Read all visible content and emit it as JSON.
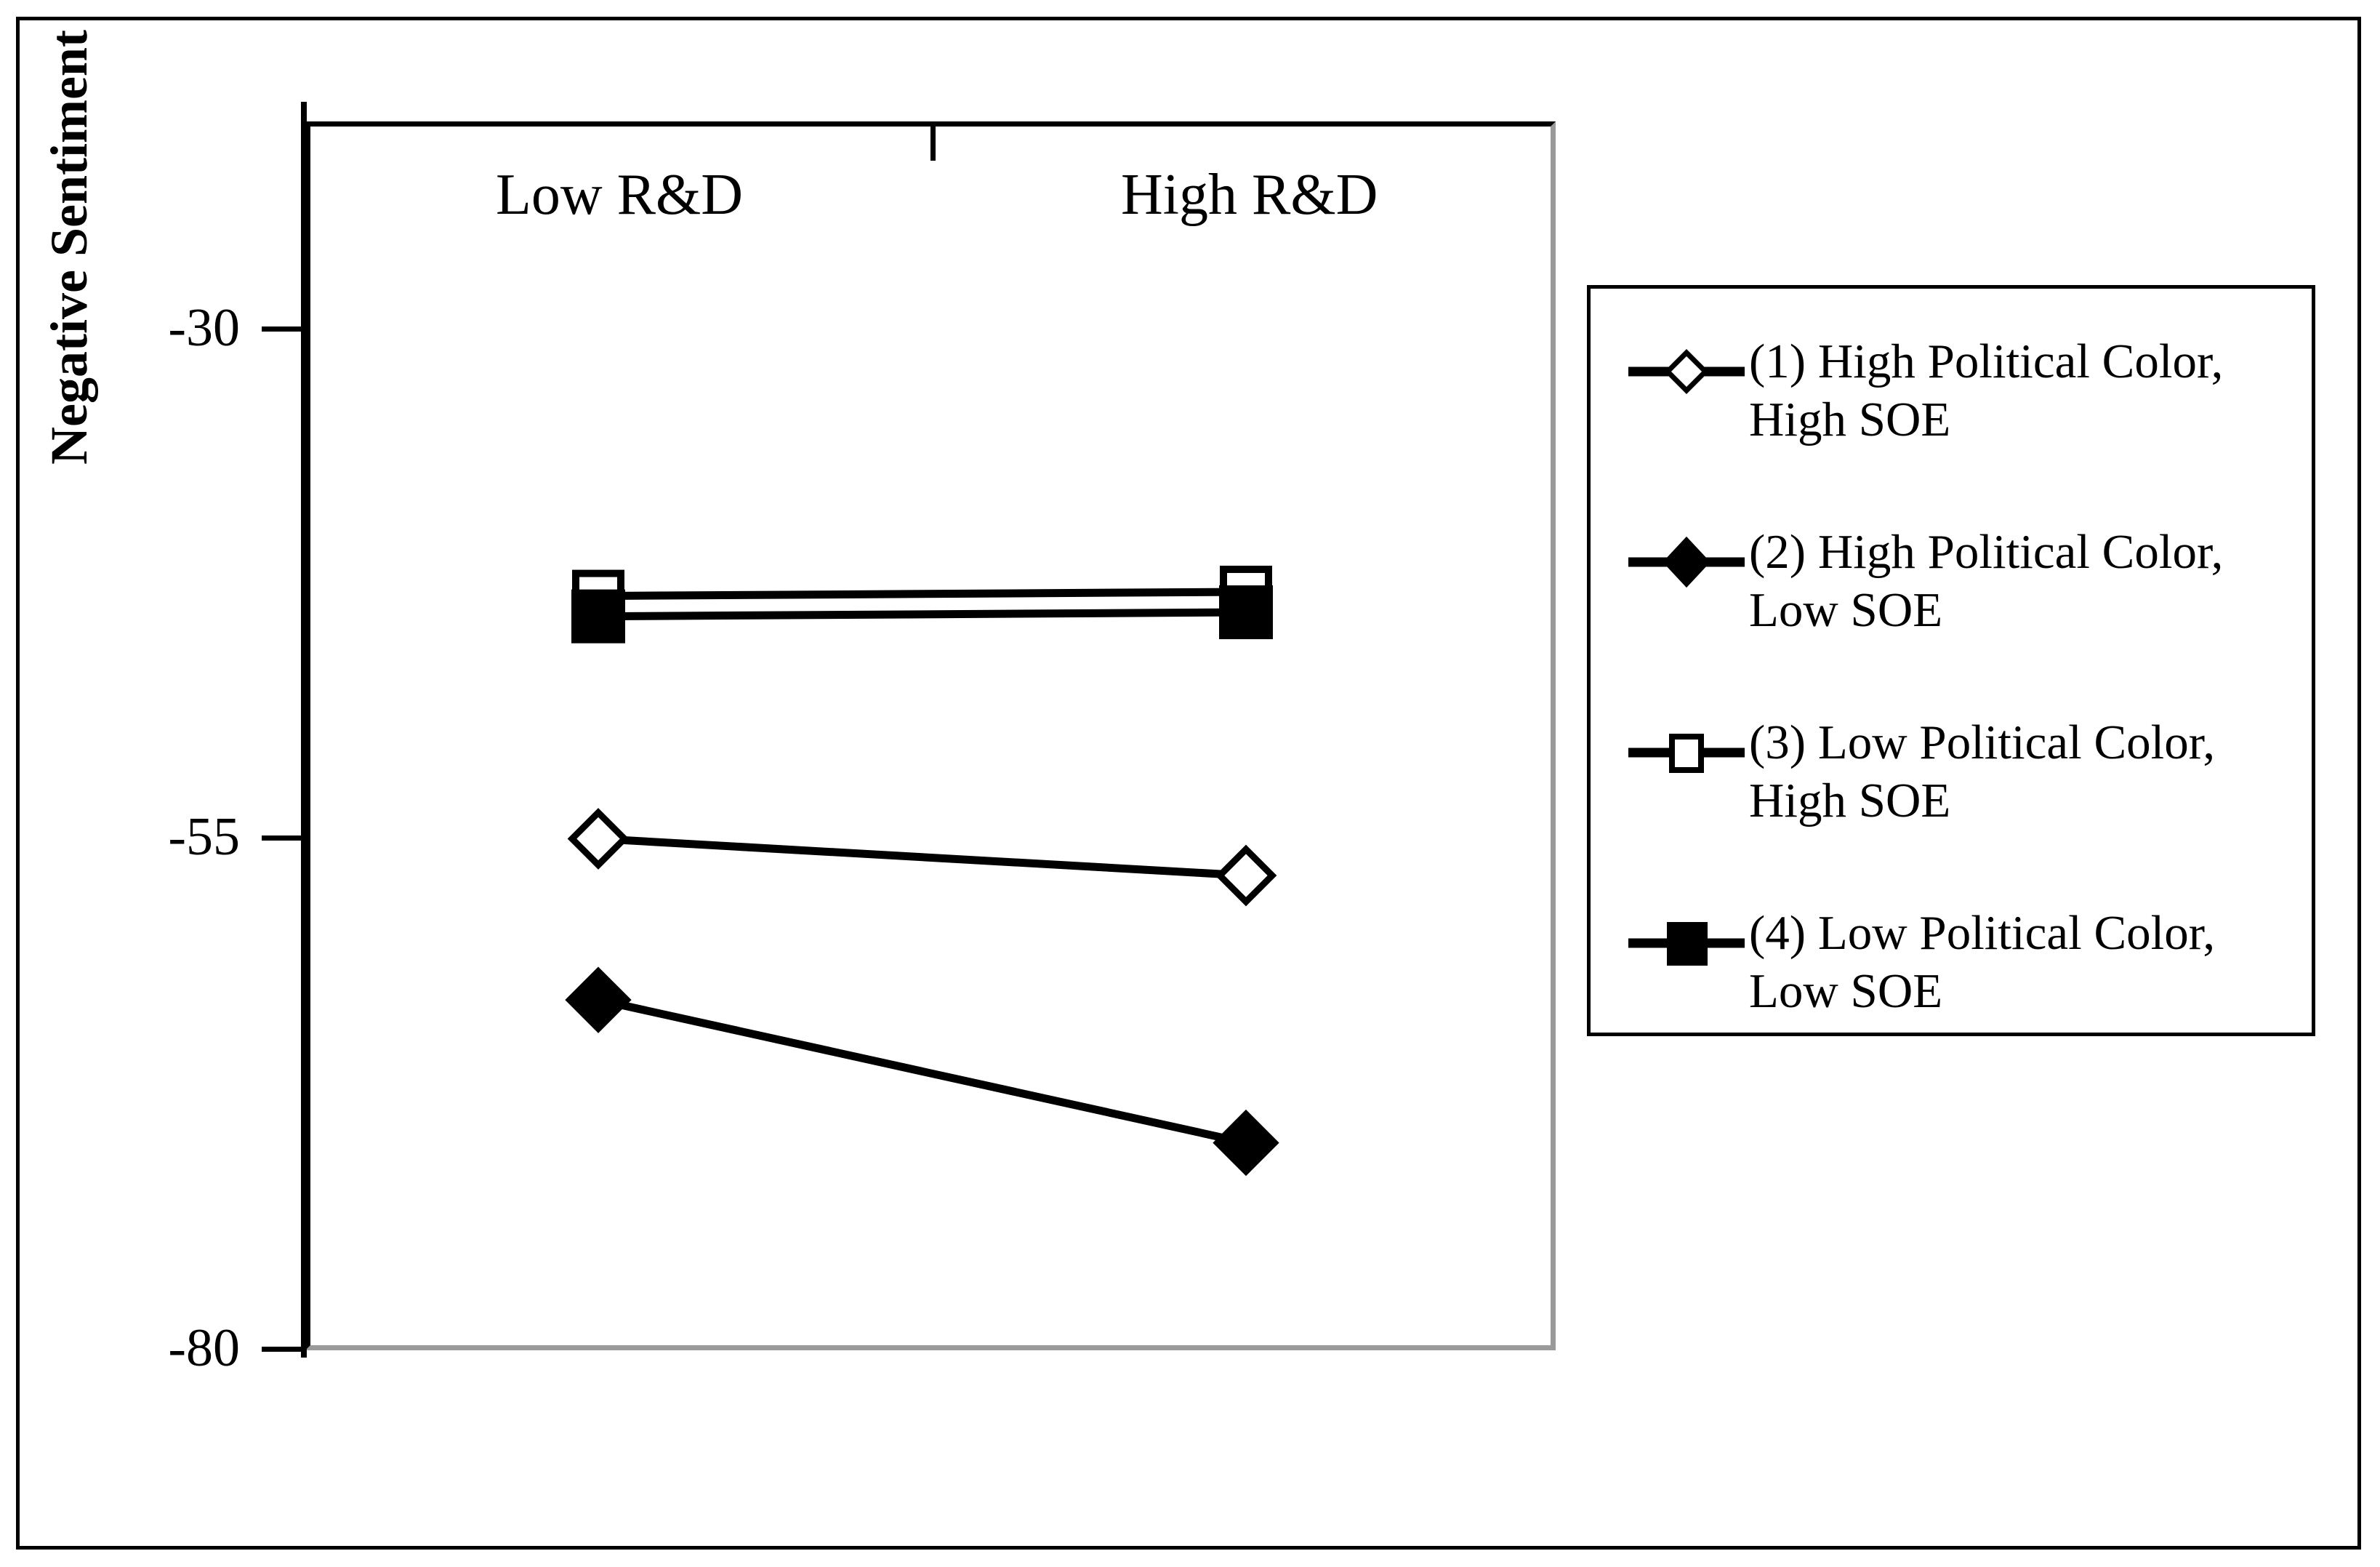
{
  "chart_data": {
    "type": "line",
    "title": "",
    "xlabel": "",
    "ylabel": "Negative Sentiment",
    "categories": [
      "Low R&D",
      "High R&D"
    ],
    "ylim": [
      -80,
      -30
    ],
    "yticks": [
      -30,
      -55,
      -80
    ],
    "ytick_labels": [
      "-30",
      "-55",
      "-80"
    ],
    "grid": false,
    "legend_position": "right",
    "series": [
      {
        "name": "(1) High Political Color, High SOE",
        "marker": "open-diamond",
        "values": [
          -55.0,
          -56.8
        ]
      },
      {
        "name": "(2) High Political Color, Low SOE",
        "marker": "filled-diamond",
        "values": [
          -62.9,
          -69.9
        ]
      },
      {
        "name": "(3) Low Political Color, High SOE",
        "marker": "open-square",
        "values": [
          -43.1,
          -42.9
        ]
      },
      {
        "name": "(4) Low Political Color, Low SOE",
        "marker": "filled-square",
        "values": [
          -44.1,
          -43.9
        ]
      }
    ]
  },
  "axis": {
    "y_title": "Negative Sentiment",
    "y_tick_labels": [
      "-30",
      "-55",
      "-80"
    ],
    "category_labels": [
      "Low R&D",
      "High R&D"
    ]
  },
  "legend": {
    "items": [
      {
        "label": "(1) High Political Color, High SOE",
        "marker": "open-diamond-icon"
      },
      {
        "label": "(2) High Political Color, Low SOE",
        "marker": "filled-diamond-icon"
      },
      {
        "label": "(3) Low Political Color, High SOE",
        "marker": "open-square-icon"
      },
      {
        "label": "(4) Low Political Color, Low SOE",
        "marker": "filled-square-icon"
      }
    ]
  },
  "colors": {
    "line": "#000000",
    "plot_border_dark": "#000000",
    "plot_border_light": "#9a9a9a",
    "background": "#ffffff"
  }
}
